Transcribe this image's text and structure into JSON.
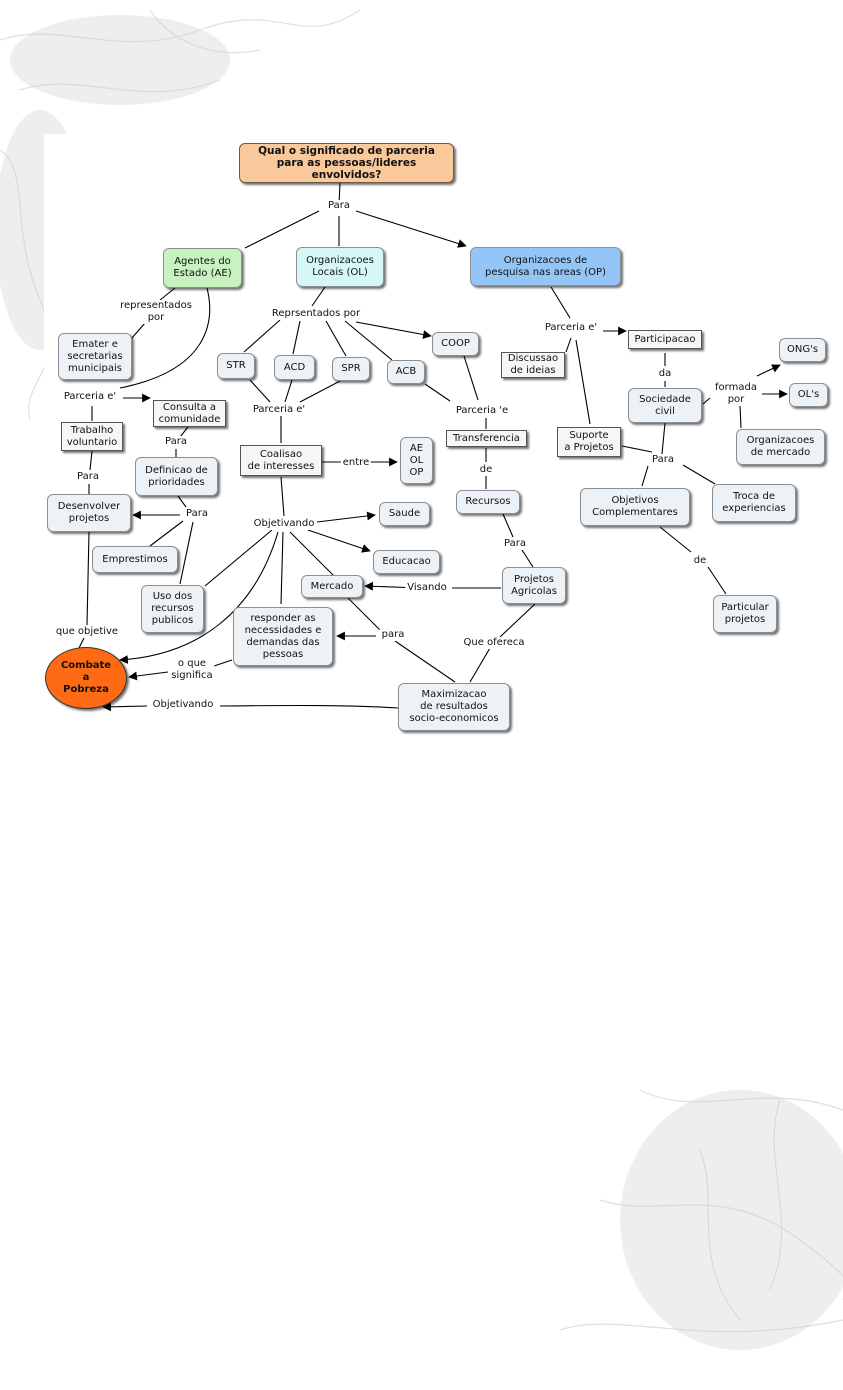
{
  "nodes": {
    "title": "Qual o significado de parceria\npara as pessoas/lideres envolvidos?",
    "ae": "Agentes do\nEstado (AE)",
    "ol": "Organizacoes\nLocais (OL)",
    "op": "Organizacoes de\npesquisa nas areas (OP)",
    "emater": "Emater e\nsecretarias\nmunicipais",
    "consulta": "Consulta a\ncomunidade",
    "trabalho": "Trabalho\nvoluntario",
    "definicao": "Definicao de\nprioridades",
    "desenvolver": "Desenvolver\nprojetos",
    "emprestimos": "Emprestimos",
    "uso": "Uso dos\nrecursos\npublicos",
    "combate": "Combate\na\nPobreza",
    "str": "STR",
    "acd": "ACD",
    "spr": "SPR",
    "acb": "ACB",
    "coop": "COOP",
    "coalisao": "Coalisao\nde interesses",
    "aeolop": "AE\nOL\nOP",
    "transferencia": "Transferencia",
    "recursos": "Recursos",
    "saude": "Saude",
    "educacao": "Educacao",
    "mercado": "Mercado",
    "projetos_agricolas": "Projetos\nAgricolas",
    "responder": "responder as\nnecessidades e\ndemandas das\npessoas",
    "maximizacao": "Maximizacao\nde resultados\nsocio-economicos",
    "discussao": "Discussao\nde ideias",
    "participacao": "Participacao",
    "sociedade": "Sociedade\ncivil",
    "ongs": "ONG's",
    "ols": "OL's",
    "org_mercado": "Organizacoes\nde mercado",
    "suporte": "Suporte\na Projetos",
    "objetivos": "Objetivos\nComplementares",
    "troca": "Troca de\nexperiencias",
    "particular": "Particular\nprojetos"
  },
  "labels": {
    "para_top": "Para",
    "representados": "representados\npor",
    "parceria_ae": "Parceria e'",
    "para_consulta": "Para",
    "para_trabalho": "Para",
    "para_definicao": "Para",
    "que_objetive": "que objetive",
    "reprsentados": "Reprsentados por",
    "parceria_ol": "Parceria e'",
    "entre": "entre",
    "objetivando": "Objetivando",
    "parceria_coop": "Parceria 'e",
    "de_recursos": "de",
    "para_projetos": "Para",
    "visando": "Visando",
    "para_responder": "para",
    "que_ofereca": "Que ofereca",
    "o_que": "o que\nsignifica",
    "objetivando_bottom": "Objetivando",
    "parceria_op": "Parceria e'",
    "da": "da",
    "formada": "formada\npor",
    "para_op": "Para",
    "de_particular": "de"
  },
  "colors": {
    "title": "#f9c89b",
    "ae": "#c8f2c0",
    "ol": "#d6f7f7",
    "op": "#94c5f6",
    "goal": "#ff6a14",
    "node": "#edf2f7"
  }
}
